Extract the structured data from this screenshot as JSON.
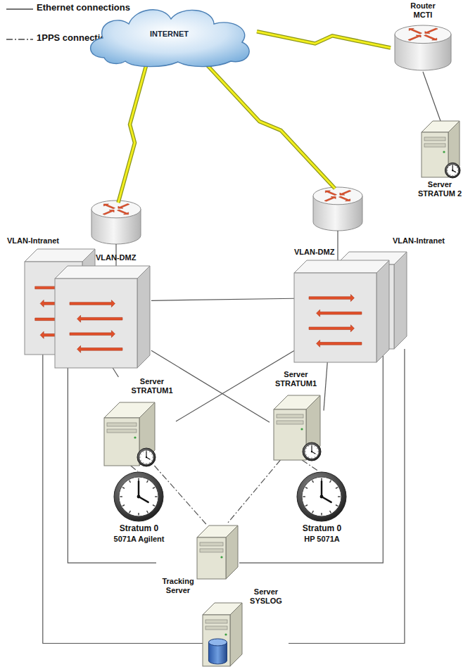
{
  "diagram": {
    "nodes": [
      {
        "text": [
          "INTERNET"
        ]
      },
      {
        "text": [
          "Router MCTI"
        ]
      },
      {
        "text": [
          "Server STRATUM 2"
        ]
      },
      {
        "text": [
          "VLAN-Intranet"
        ]
      },
      {
        "text": [
          "VLAN-DMZ"
        ]
      },
      {
        "text": [
          "VLAN-DMZ"
        ]
      },
      {
        "text": [
          "VLAN-Intranet"
        ]
      },
      {
        "text": [
          "Server STRATUM1"
        ]
      },
      {
        "text": [
          "Server STRATUM1"
        ]
      },
      {
        "text": [
          "Stratum 0",
          "5071A Agilent"
        ]
      },
      {
        "text": [
          "Stratum 0",
          "HP 5071A"
        ]
      },
      {
        "text": [
          "Tracking Server"
        ]
      },
      {
        "text": [
          "Server SYSLOG"
        ]
      }
    ],
    "edges": [
      {
        "from": 0,
        "to": 1,
        "arrow": "none"
      },
      {
        "from": 1,
        "to": 2,
        "arrow": "none"
      },
      {
        "from": 4,
        "to": 5,
        "arrow": "none"
      },
      {
        "from": 4,
        "to": 7,
        "arrow": "none"
      },
      {
        "from": 4,
        "to": 8,
        "arrow": "none"
      },
      {
        "from": 5,
        "to": 7,
        "arrow": "none"
      },
      {
        "from": 5,
        "to": 8,
        "arrow": "none"
      },
      {
        "from": 3,
        "to": 11,
        "arrow": "none"
      },
      {
        "from": 3,
        "to": 12,
        "arrow": "none"
      },
      {
        "from": 6,
        "to": 11,
        "arrow": "none"
      },
      {
        "from": 6,
        "to": 12,
        "arrow": "none"
      },
      {
        "from": 7,
        "to": 9,
        "arrow": "none"
      },
      {
        "from": 7,
        "to": 11,
        "arrow": "none"
      },
      {
        "from": 8,
        "to": 10,
        "arrow": "none"
      },
      {
        "from": 8,
        "to": 11,
        "arrow": "none"
      }
    ],
    "legend": [
      {
        "text": "Ethernet connections"
      },
      {
        "text": "1PPS connections"
      }
    ]
  }
}
